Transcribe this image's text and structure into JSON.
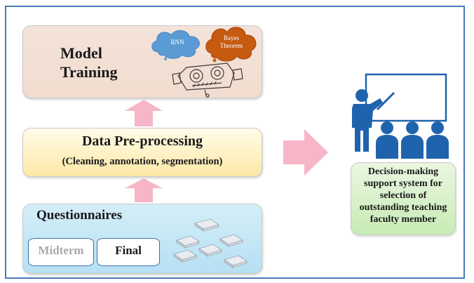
{
  "model_training": {
    "title_line1": "Model",
    "title_line2": "Training",
    "cloud_rnn": "RNN",
    "cloud_bayes_line1": "Bayes",
    "cloud_bayes_line2": "Theorem"
  },
  "preprocessing": {
    "title": "Data Pre-processing",
    "subtitle": "(Cleaning, annotation, segmentation)"
  },
  "questionnaires": {
    "title": "Questionnaires",
    "midterm": "Midterm",
    "final": "Final"
  },
  "decision": {
    "lines": [
      "Decision-making",
      "support system for",
      "selection of",
      "outstanding teaching",
      "faculty member"
    ]
  },
  "colors": {
    "frame": "#4a7ab8",
    "arrow_pink": "#f4a9bd",
    "teacher_blue": "#1f63ad",
    "cloud_blue": "#5b9bd5",
    "cloud_orange": "#c55a11"
  },
  "icons": [
    "robot-icon",
    "teacher-icon",
    "audience-icon",
    "paper-sheets-icon"
  ]
}
